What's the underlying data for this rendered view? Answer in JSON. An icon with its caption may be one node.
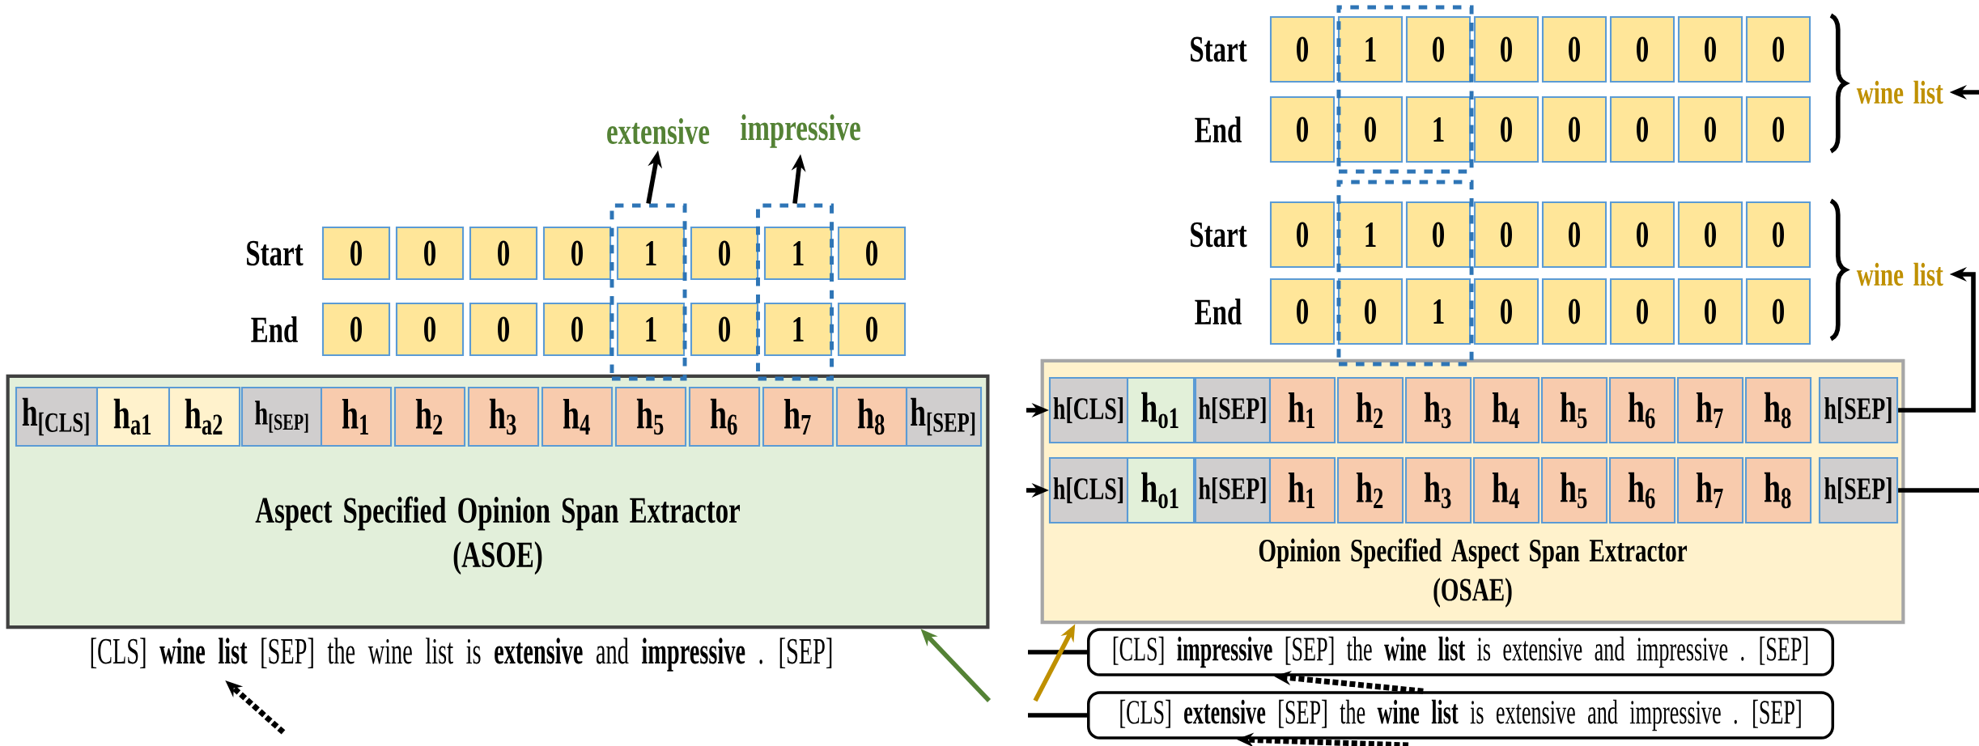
{
  "diagram": {
    "nodes": [
      {
        "text": [
          "extensive"
        ]
      },
      {
        "text": [
          "impressive"
        ]
      },
      {
        "text": [],
        "shape": "box"
      },
      {
        "text": [],
        "shape": "box"
      },
      {
        "text": [
          "0"
        ]
      },
      {
        "text": [
          "0"
        ]
      },
      {
        "text": [
          "0"
        ]
      },
      {
        "text": [
          "0"
        ]
      },
      {
        "text": [
          "1"
        ],
        "in": 2
      },
      {
        "text": [
          "0"
        ]
      },
      {
        "text": [
          "1"
        ],
        "in": 3
      },
      {
        "text": [
          "0"
        ]
      },
      {
        "text": [
          "0"
        ]
      },
      {
        "text": [
          "0"
        ]
      },
      {
        "text": [
          "0"
        ]
      },
      {
        "text": [
          "0"
        ]
      },
      {
        "text": [
          "1"
        ],
        "in": 2
      },
      {
        "text": [
          "0"
        ]
      },
      {
        "text": [
          "1"
        ],
        "in": 3
      },
      {
        "text": [
          "0"
        ]
      },
      {
        "text": [
          "Aspect Specified Opinion Span Extractor",
          "(ASOE)"
        ]
      },
      {
        "text": [
          "h$_{[CLS]}$"
        ],
        "in": 20
      },
      {
        "text": [
          "h$_{a1}$"
        ],
        "in": 20
      },
      {
        "text": [
          "h$_{a2}$"
        ],
        "in": 20
      },
      {
        "text": [
          "h$_{[SEP]}$"
        ],
        "in": 20
      },
      {
        "text": [
          "h$_{1}$"
        ],
        "in": 20
      },
      {
        "text": [
          "h$_{2}$"
        ],
        "in": 20
      },
      {
        "text": [
          "h$_{3}$"
        ],
        "in": 20
      },
      {
        "text": [
          "h$_{4}$"
        ],
        "in": 20
      },
      {
        "text": [
          "h$_{5}$"
        ],
        "in": 20
      },
      {
        "text": [
          "h$_{6}$"
        ],
        "in": 20
      },
      {
        "text": [
          "h$_{7}$"
        ],
        "in": 20
      },
      {
        "text": [
          "h$_{8}$"
        ],
        "in": 20
      },
      {
        "text": [
          "h$_{[SEP]}$"
        ],
        "in": 20
      },
      {
        "text": [
          "[CLS] **wine list** [SEP] the wine list is **extensive** and **impressive** . [SEP]"
        ]
      },
      {
        "text": [],
        "shape": "box"
      },
      {
        "text": [],
        "shape": "box"
      },
      {
        "text": [
          "0"
        ]
      },
      {
        "text": [
          "1"
        ],
        "in": 35
      },
      {
        "text": [
          "0"
        ],
        "in": 35
      },
      {
        "text": [
          "0"
        ]
      },
      {
        "text": [
          "0"
        ]
      },
      {
        "text": [
          "0"
        ]
      },
      {
        "text": [
          "0"
        ]
      },
      {
        "text": [
          "0"
        ]
      },
      {
        "text": [
          "0"
        ]
      },
      {
        "text": [
          "0"
        ],
        "in": 35
      },
      {
        "text": [
          "1"
        ],
        "in": 35
      },
      {
        "text": [
          "0"
        ]
      },
      {
        "text": [
          "0"
        ]
      },
      {
        "text": [
          "0"
        ]
      },
      {
        "text": [
          "0"
        ]
      },
      {
        "text": [
          "0"
        ]
      },
      {
        "text": [
          "0"
        ]
      },
      {
        "text": [
          "1"
        ],
        "in": 36
      },
      {
        "text": [
          "0"
        ],
        "in": 36
      },
      {
        "text": [
          "0"
        ]
      },
      {
        "text": [
          "0"
        ]
      },
      {
        "text": [
          "0"
        ]
      },
      {
        "text": [
          "0"
        ]
      },
      {
        "text": [
          "0"
        ]
      },
      {
        "text": [
          "0"
        ]
      },
      {
        "text": [
          "0"
        ],
        "in": 36
      },
      {
        "text": [
          "1"
        ],
        "in": 36
      },
      {
        "text": [
          "0"
        ]
      },
      {
        "text": [
          "0"
        ]
      },
      {
        "text": [
          "0"
        ]
      },
      {
        "text": [
          "0"
        ]
      },
      {
        "text": [
          "0"
        ]
      },
      {
        "text": [
          "wine list"
        ]
      },
      {
        "text": [
          "wine list"
        ]
      },
      {
        "text": [
          "Opinion Specified Aspect Span Extractor",
          "(OSAE)"
        ]
      },
      {
        "text": [
          "h[CLS]"
        ],
        "in": 71
      },
      {
        "text": [
          "h$_{o1}$"
        ],
        "in": 71
      },
      {
        "text": [
          "h[SEP]"
        ],
        "in": 71
      },
      {
        "text": [
          "h$_{1}$"
        ],
        "in": 71
      },
      {
        "text": [
          "h$_{2}$"
        ],
        "in": 71
      },
      {
        "text": [
          "h$_{3}$"
        ],
        "in": 71
      },
      {
        "text": [
          "h$_{4}$"
        ],
        "in": 71
      },
      {
        "text": [
          "h$_{5}$"
        ],
        "in": 71
      },
      {
        "text": [
          "h$_{6}$"
        ],
        "in": 71
      },
      {
        "text": [
          "h$_{7}$"
        ],
        "in": 71
      },
      {
        "text": [
          "h$_{8}$"
        ],
        "in": 71
      },
      {
        "text": [
          "h[SEP]"
        ],
        "in": 71
      },
      {
        "text": [
          "h[CLS]"
        ],
        "in": 71
      },
      {
        "text": [
          "h$_{o1}$"
        ],
        "in": 71
      },
      {
        "text": [
          "h[SEP]"
        ],
        "in": 71
      },
      {
        "text": [
          "h$_{1}$"
        ],
        "in": 71
      },
      {
        "text": [
          "h$_{2}$"
        ],
        "in": 71
      },
      {
        "text": [
          "h$_{3}$"
        ],
        "in": 71
      },
      {
        "text": [
          "h$_{4}$"
        ],
        "in": 71
      },
      {
        "text": [
          "h$_{5}$"
        ],
        "in": 71
      },
      {
        "text": [
          "h$_{6}$"
        ],
        "in": 71
      },
      {
        "text": [
          "h$_{7}$"
        ],
        "in": 71
      },
      {
        "text": [
          "h$_{8}$"
        ],
        "in": 71
      },
      {
        "text": [
          "h[SEP]"
        ],
        "in": 71
      },
      {
        "text": [
          "[CLS] **impressive** [SEP] the **wine list** is extensive and impressive . [SEP]"
        ]
      },
      {
        "text": [
          "[CLS] **extensive** [SEP] the **wine list** is extensive and impressive . [SEP]"
        ]
      }
    ],
    "edges": [
      {
        "from": 2,
        "to": 0,
        "arrow": "to"
      },
      {
        "from": 3,
        "to": 1,
        "arrow": "to"
      },
      {
        "from": null,
        "to": 69,
        "arrow": "to"
      },
      {
        "from": 83,
        "to": 70,
        "arrow": "to"
      },
      {
        "from": 95,
        "to": null,
        "arrow": "none"
      },
      {
        "from": null,
        "to": 72,
        "arrow": "to"
      },
      {
        "from": null,
        "to": 84,
        "arrow": "to"
      },
      {
        "from": null,
        "to": 96,
        "arrow": "none"
      },
      {
        "from": null,
        "to": 97,
        "arrow": "none"
      },
      {
        "from": null,
        "to": 71,
        "arrow": "to",
        "color": "#bf9000"
      },
      {
        "from": null,
        "to": 20,
        "arrow": "to",
        "color": "#548235"
      },
      {
        "from": null,
        "to": 34,
        "arrow": "to",
        "style": "dashed"
      },
      {
        "from": 97,
        "to": 96,
        "arrow": "to",
        "style": "dashed"
      },
      {
        "from": null,
        "to": 97,
        "arrow": "to",
        "style": "dashed"
      }
    ],
    "labels": [
      "Start",
      "End",
      "Start",
      "End",
      "Start",
      "End"
    ]
  }
}
